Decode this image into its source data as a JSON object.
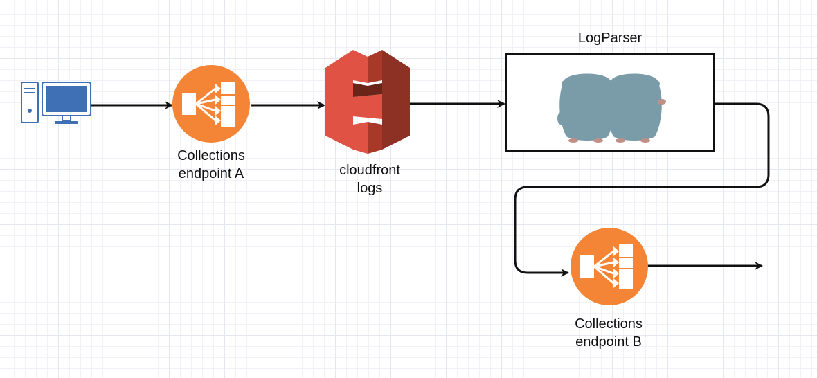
{
  "nodes": {
    "client": {
      "icon": "desktop-computer-icon"
    },
    "endpoint_a": {
      "icon": "load-balancer-icon",
      "line1": "Collections",
      "line2": "endpoint A"
    },
    "cloudfront_logs": {
      "icon": "s3-bucket-icon",
      "line1": "cloudfront",
      "line2": "logs"
    },
    "logparser": {
      "title": "LogParser",
      "icon": "gopher-icon"
    },
    "endpoint_b": {
      "icon": "load-balancer-icon",
      "line1": "Collections",
      "line2": "endpoint B"
    }
  },
  "colors": {
    "load_balancer": "#f58536",
    "s3_light": "#e05243",
    "s3_dark": "#8c3123",
    "gopher": "#7a9ba8",
    "computer": "#3f6fb5",
    "edge": "#111111"
  }
}
